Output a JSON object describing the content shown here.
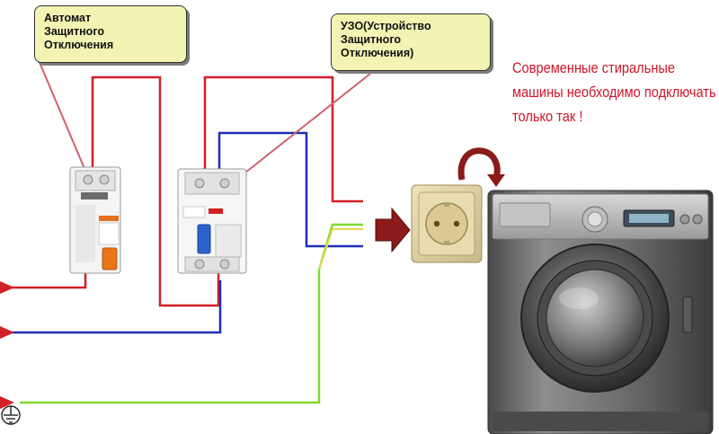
{
  "callouts": {
    "breaker": {
      "lines": [
        "Автомат",
        "Защитного",
        "Отключения"
      ]
    },
    "rcd": {
      "lines": [
        "УЗО(Устройство",
        "Защитного",
        "Отключения)"
      ]
    }
  },
  "note": {
    "lines": [
      "Современные стиральные",
      "машины необходимо подключать",
      "только так !"
    ]
  },
  "colors": {
    "phase_wire": "#d31f26",
    "neutral_wire": "#1f2fb5",
    "ground_wire": "#7ddb2e",
    "note_text": "#d2142a",
    "callout_bg": "#f3f3b4",
    "arrow": "#8b1a1a"
  },
  "icons": [
    "ground-symbol-icon",
    "rotate-arrow-icon",
    "right-arrow-icon"
  ]
}
